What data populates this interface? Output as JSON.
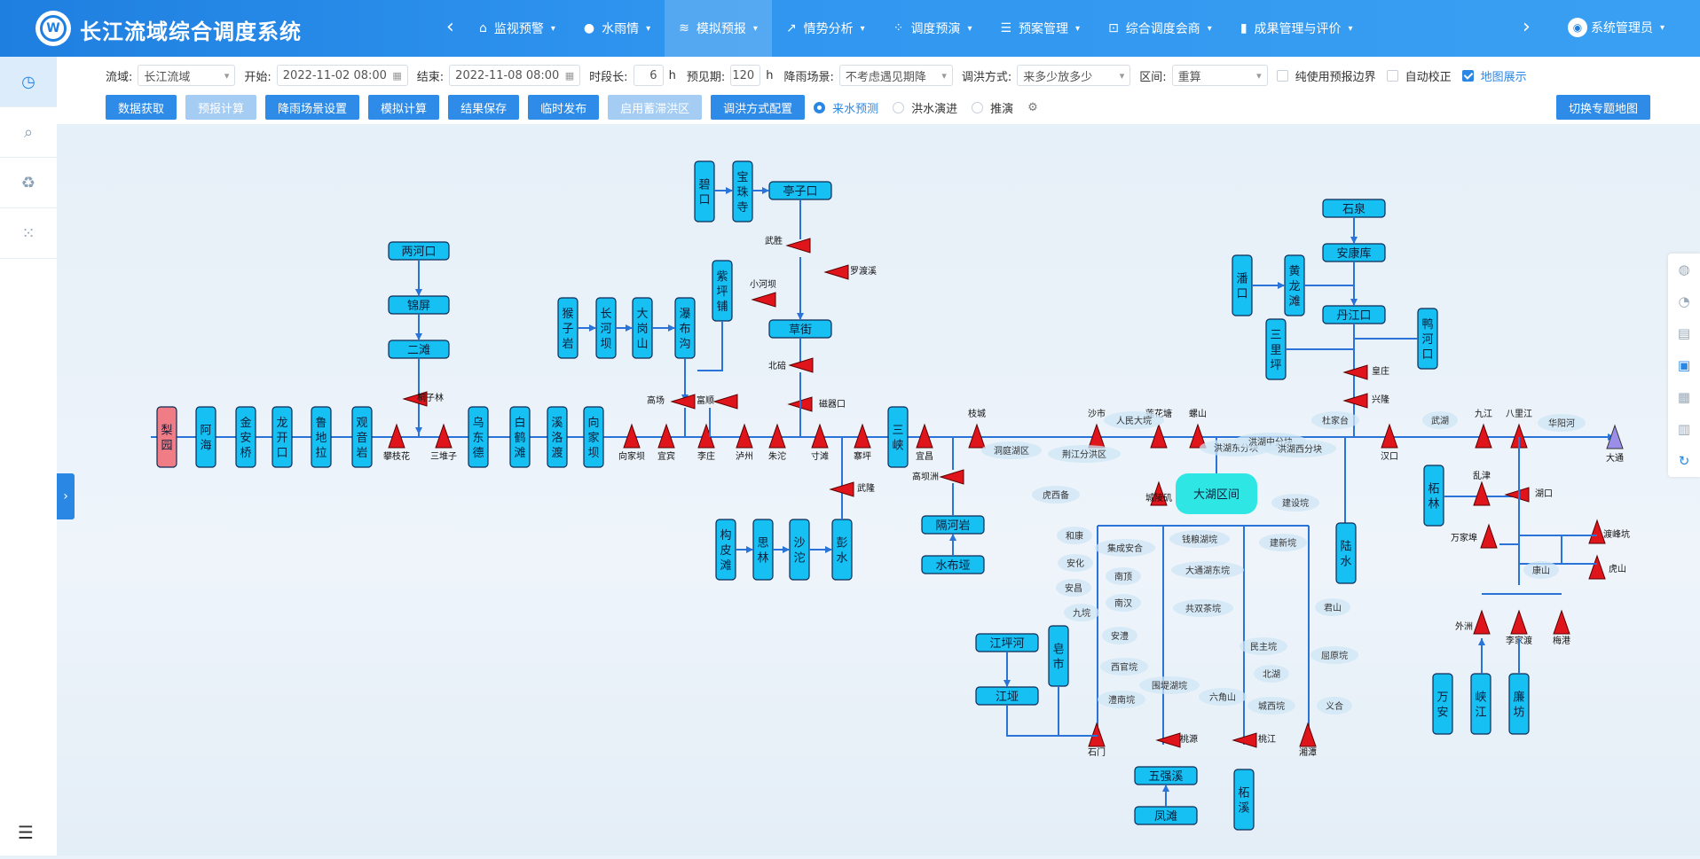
{
  "header": {
    "title": "长江流域综合调度系统",
    "logo_letter": "W",
    "prev_arrow": "‹",
    "next_arrow": "›",
    "nav": [
      {
        "label": "监视预警",
        "icon": "home-icon",
        "glyph": "⌂"
      },
      {
        "label": "水雨情",
        "icon": "water-drop-icon",
        "glyph": "●"
      },
      {
        "label": "模拟预报",
        "icon": "layers-icon",
        "glyph": "≋"
      },
      {
        "label": "情势分析",
        "icon": "chart-icon",
        "glyph": "↗"
      },
      {
        "label": "调度预演",
        "icon": "scatter-icon",
        "glyph": "⁘"
      },
      {
        "label": "预案管理",
        "icon": "sliders-icon",
        "glyph": "☰"
      },
      {
        "label": "综合调度会商",
        "icon": "cart-icon",
        "glyph": "⊡"
      },
      {
        "label": "成果管理与评价",
        "icon": "bar-chart-icon",
        "glyph": "▮"
      }
    ],
    "active_index": 2,
    "user": "系统管理员"
  },
  "rail": [
    {
      "icon": "clock-icon",
      "glyph": "◷"
    },
    {
      "icon": "search-chart-icon",
      "glyph": "⌕"
    },
    {
      "icon": "recycle-icon",
      "glyph": "♻"
    },
    {
      "icon": "grid-icon",
      "glyph": "⁙"
    }
  ],
  "rail_bottom": "☰",
  "toolbar": {
    "basin_label": "流域:",
    "basin_value": "长江流域",
    "start_label": "开始:",
    "start_value": "2022-11-02 08:00",
    "end_label": "结束:",
    "end_value": "2022-11-08 08:00",
    "step_label": "时段长:",
    "step_value": "6",
    "step_unit": "h",
    "forecast_label": "预见期:",
    "forecast_value": "120",
    "forecast_unit": "h",
    "rain_label": "降雨场景:",
    "rain_value": "不考虑遇见期降",
    "dispatch_label": "调洪方式:",
    "dispatch_value": "来多少放多少",
    "section_label": "区间:",
    "section_value": "重算",
    "chk_pure": "纯使用预报边界",
    "chk_auto": "自动校正",
    "chk_map": "地图展示",
    "buttons": [
      "数据获取",
      "预报计算",
      "降雨场景设置",
      "模拟计算",
      "结果保存",
      "临时发布",
      "启用蓄滞洪区",
      "调洪方式配置"
    ],
    "disabled_buttons": [
      1,
      6
    ],
    "radios": [
      "来水预测",
      "洪水演进",
      "推演"
    ],
    "radio_selected": 0,
    "switch_map": "切换专题地图"
  },
  "expander": "›",
  "tools": [
    {
      "icon": "globe-icon",
      "glyph": "◍"
    },
    {
      "icon": "pie-icon",
      "glyph": "◔"
    },
    {
      "icon": "table-icon",
      "glyph": "▤"
    },
    {
      "icon": "image-icon",
      "glyph": "▣"
    },
    {
      "icon": "apps-icon",
      "glyph": "▦"
    },
    {
      "icon": "stats-icon",
      "glyph": "▥"
    },
    {
      "icon": "refresh-icon",
      "glyph": "↻"
    }
  ],
  "map": {
    "mainstem": [
      {
        "label": "梨园",
        "kind": "start"
      },
      {
        "label": "阿海"
      },
      {
        "label": "金安桥"
      },
      {
        "label": "龙开口"
      },
      {
        "label": "鲁地拉"
      },
      {
        "label": "观音岩"
      },
      {
        "label": "乌东德"
      },
      {
        "label": "白鹤滩"
      },
      {
        "label": "溪洛渡"
      },
      {
        "label": "向家坝"
      },
      {
        "label": "三峡"
      }
    ],
    "upstream_chain": [
      "两河口",
      "锦屏",
      "二滩"
    ],
    "jialing": [
      "碧口",
      "宝珠寺",
      "亭子口",
      "草街"
    ],
    "wujiang": [
      "构皮滩",
      "思林",
      "沙沱",
      "彭水"
    ],
    "minjiang": [
      "猴子岩",
      "长河坝",
      "大岗山",
      "瀑布沟",
      "紫坪铺"
    ],
    "qingjiang": [
      "水布垭",
      "隔河岩"
    ],
    "hanjiang": [
      "石泉",
      "安康库",
      "丹江口",
      "潘口",
      "黄龙滩",
      "三里坪",
      "鸭河口"
    ],
    "xiangjiang": [
      "江垭",
      "江坪河",
      "皂市",
      "五强溪",
      "凤滩",
      "柘溪"
    ],
    "poyang": [
      "柘林",
      "万安",
      "峡江",
      "廉坊",
      "陆水"
    ],
    "lake": "大湖区间",
    "stations": [
      "攀枝花",
      "三堆子",
      "桐子林",
      "向家坝",
      "宜宾",
      "李庄",
      "泸州",
      "朱沱",
      "寸滩",
      "高场",
      "富顺",
      "武胜",
      "罗渡溪",
      "小河坝",
      "北碚",
      "磁器口",
      "武隆",
      "寸滩",
      "高坝洲",
      "宜昌",
      "枝城",
      "沙市",
      "莲花塘",
      "螺山",
      "汉口",
      "九江",
      "八里江",
      "大通",
      "城陵矶",
      "石门",
      "桃源",
      "桃江",
      "湘潭",
      "皇庄",
      "兴隆",
      "乱津",
      "湖口",
      "万家埠",
      "渡峰坑",
      "虎山",
      "外洲",
      "李家渡",
      "梅港"
    ],
    "areas": [
      "荆江分洪区",
      "虎西备",
      "洞庭湖区",
      "洪湖东分块",
      "洪湖中分块",
      "洪湖西分块",
      "人民大垸",
      "杜家台",
      "武湖",
      "华阳河",
      "建设垸",
      "康山",
      "和康",
      "安化",
      "安昌",
      "九垸",
      "南顶",
      "南汉",
      "安澧",
      "澧南垸",
      "西官垸",
      "集成安合",
      "钱粮湖垸",
      "大通湖东垸",
      "共双茶垸",
      "建新垸",
      "民主垸",
      "北湖",
      "围堤湖垸",
      "六角山",
      "城西垸",
      "君山",
      "屈原垸",
      "义合"
    ]
  }
}
